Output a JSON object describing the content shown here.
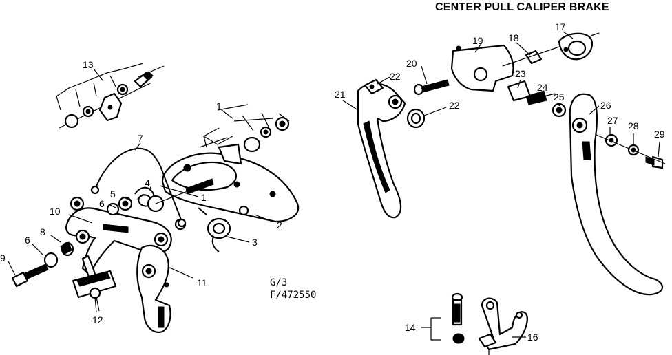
{
  "title": "CENTER PULL CALIPER BRAKE",
  "drawing_codes": [
    "G/3",
    "F/472550"
  ],
  "callouts": [
    "1",
    "1",
    "2",
    "3",
    "4",
    "5",
    "6",
    "6",
    "7",
    "8",
    "9",
    "10",
    "11",
    "12",
    "13",
    "14",
    "16",
    "17",
    "18",
    "19",
    "20",
    "21",
    "22",
    "22",
    "23",
    "24",
    "25",
    "26",
    "27",
    "28",
    "29"
  ]
}
